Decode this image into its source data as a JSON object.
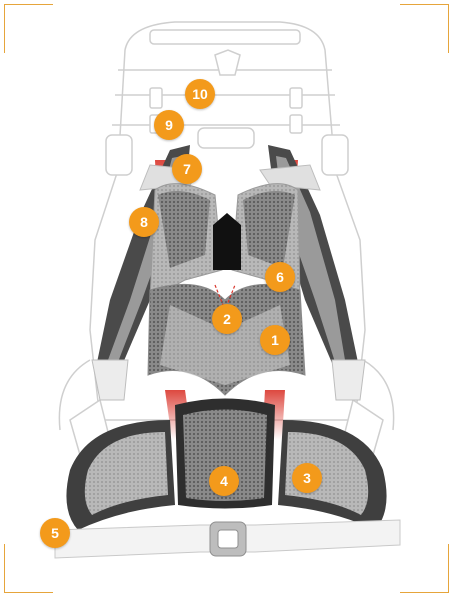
{
  "colors": {
    "marker": "#F39A1B",
    "frame_accent": "#E6A53B",
    "mesh": "#7a7a7a",
    "dark_panel": "#3a3a3a",
    "strap_red": "#d9342a"
  },
  "markers": [
    {
      "id": "1",
      "label": "1"
    },
    {
      "id": "2",
      "label": "2"
    },
    {
      "id": "3",
      "label": "3"
    },
    {
      "id": "4",
      "label": "4"
    },
    {
      "id": "5",
      "label": "5"
    },
    {
      "id": "6",
      "label": "6"
    },
    {
      "id": "7",
      "label": "7"
    },
    {
      "id": "8",
      "label": "8"
    },
    {
      "id": "9",
      "label": "9"
    },
    {
      "id": "10",
      "label": "10"
    }
  ]
}
